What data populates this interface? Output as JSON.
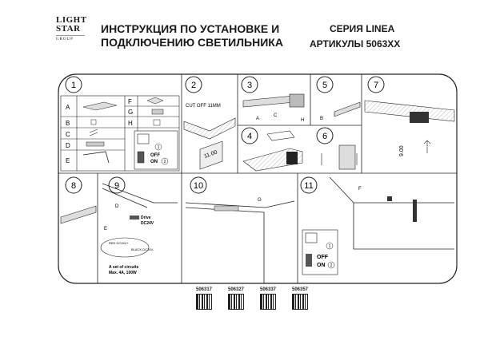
{
  "logo": {
    "line1": "LIGHT",
    "line2": "STAR",
    "line3": "GROUP"
  },
  "header": {
    "title_line1": "ИНСТРУКЦИЯ ПО УСТАНОВКЕ И",
    "title_line2": "ПОДКЛЮЧЕНИЮ СВЕТИЛЬНИКА",
    "series": "СЕРИЯ LINEA",
    "articles": "АРТИКУЛЫ 5063XX"
  },
  "steps": [
    "1",
    "2",
    "3",
    "4",
    "5",
    "6",
    "7",
    "8",
    "9",
    "10",
    "11"
  ],
  "parts": {
    "left": [
      "A",
      "B",
      "C",
      "D",
      "E"
    ],
    "right": [
      "F",
      "G",
      "H"
    ]
  },
  "labels": {
    "cut_off": "CUT OFF 11MM",
    "dim_11": "11.00",
    "dim_9": "9.00",
    "off": "OFF",
    "on": "ON",
    "circle1": "1",
    "circle2": "2",
    "drive": "Drive",
    "dc24v": "DC24V",
    "red": "RED DC24V+",
    "black": "BLACK DC24V-",
    "circuits1": "A set of circuits",
    "circuits2": "Max. 4A, 100W",
    "letter_A": "A",
    "letter_B": "B",
    "letter_C": "C",
    "letter_D": "D",
    "letter_E": "E",
    "letter_F": "F",
    "letter_G": "G",
    "letter_H": "H"
  },
  "codes": [
    "506317",
    "506327",
    "506337",
    "506357"
  ]
}
